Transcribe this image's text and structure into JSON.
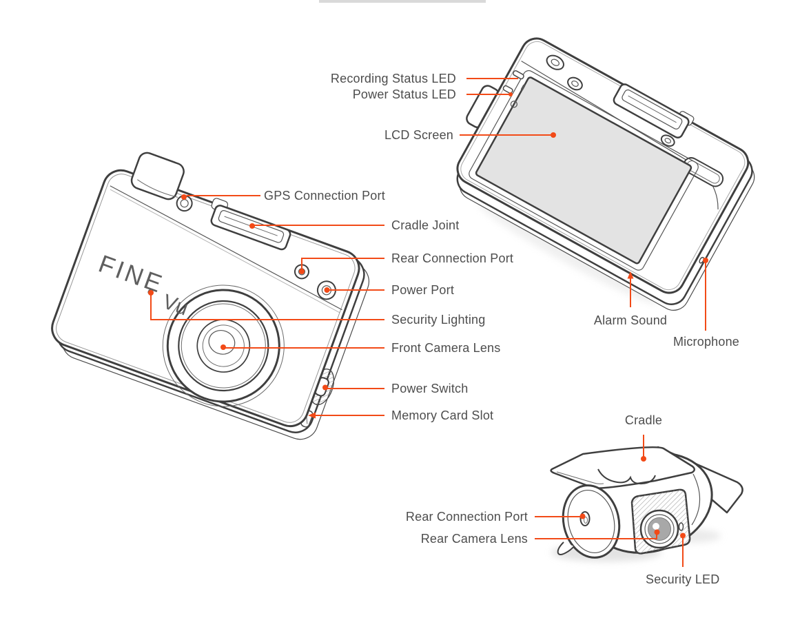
{
  "logo": {
    "part1": "FINE",
    "part2": "Vu"
  },
  "labels": {
    "front": {
      "gps": "GPS Connection Port",
      "cradle_joint": "Cradle Joint",
      "rear_port": "Rear Connection Port",
      "power_port": "Power Port",
      "security_lighting": "Security Lighting",
      "front_lens": "Front Camera Lens",
      "power_switch": "Power Switch",
      "memory_slot": "Memory Card Slot"
    },
    "back": {
      "recording_led": "Recording Status LED",
      "power_led": "Power Status LED",
      "lcd": "LCD Screen",
      "alarm": "Alarm Sound",
      "mic": "Microphone"
    },
    "rear_cam": {
      "cradle": "Cradle",
      "rear_port": "Rear Connection Port",
      "rear_lens": "Rear Camera Lens",
      "security_led": "Security LED"
    }
  },
  "colors": {
    "leader_line": "#F24A17",
    "label_text": "#4D4D4D",
    "line_art": "#3F3F3F",
    "lcd_fill": "#E3E3E3",
    "lens_fill": "#A8A8A8",
    "top_bar": "#D9D9D9"
  }
}
